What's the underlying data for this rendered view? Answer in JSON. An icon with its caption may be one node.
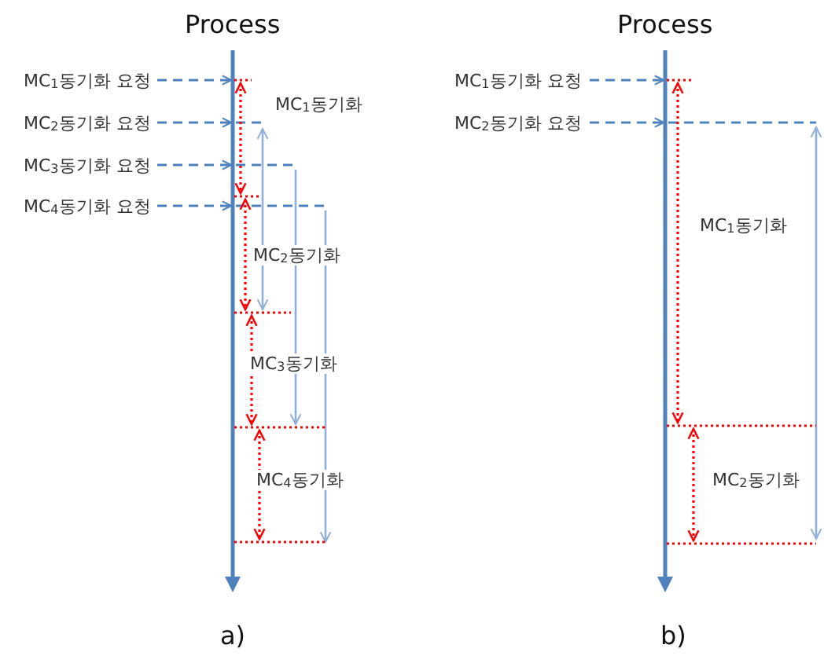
{
  "diagram": {
    "labels": [
      "Process",
      "MC$_{1}$동기화 요청",
      "MC$_{1}$동기화",
      "MC$_{2}$동기화 요청",
      "MC$_{3}$동기화 요청",
      "MC$_{4}$동기화 요청",
      "MC$_{2}$동기화",
      "MC$_{3}$동기화",
      "MC$_{4}$동기화",
      "a)",
      "Process",
      "MC$_{1}$동기화 요청",
      "MC$_{2}$동기화 요청",
      "MC$_{1}$동기화",
      "MC$_{2}$동기화",
      "b)"
    ]
  }
}
